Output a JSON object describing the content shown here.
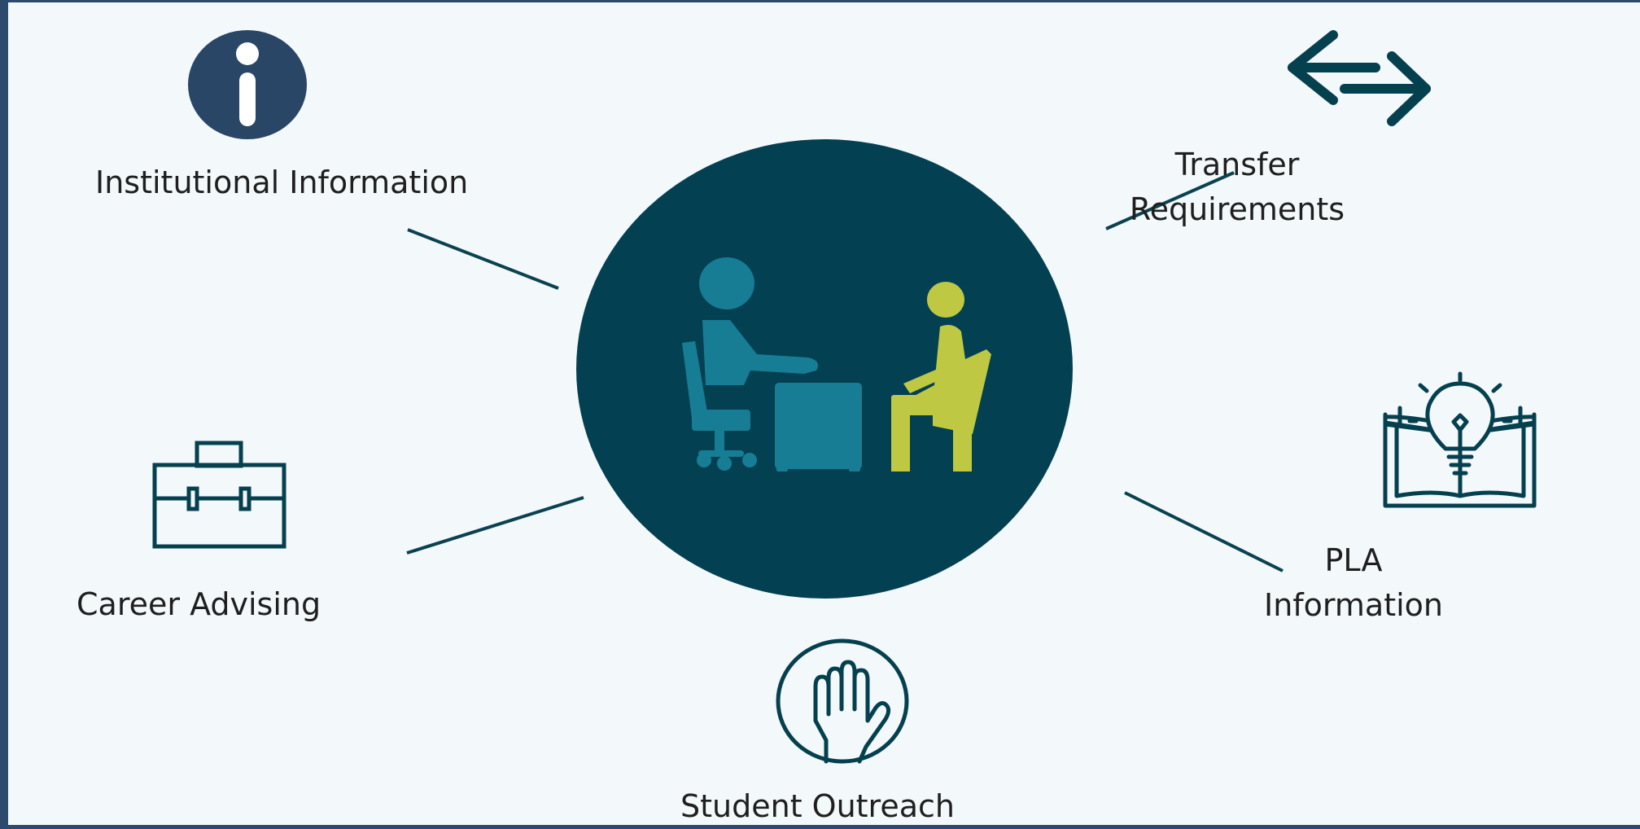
{
  "colors": {
    "frame": "#2c4a6b",
    "background": "#f3f8fb",
    "center_circle": "#034052",
    "advisor_figure": "#167d95",
    "student_figure": "#bec843",
    "info_icon_fill": "#294666",
    "icon_stroke": "#05404f",
    "connector": "#0b4250",
    "label_text": "#1f1f1f"
  },
  "center": {
    "icon": "advising-meeting-icon"
  },
  "nodes": [
    {
      "id": "institutional-information",
      "label": "Institutional Information",
      "icon": "info-icon"
    },
    {
      "id": "transfer-requirements",
      "label": "Transfer\nRequirements",
      "icon": "transfer-arrows-icon"
    },
    {
      "id": "career-advising",
      "label": "Career Advising",
      "icon": "briefcase-icon"
    },
    {
      "id": "pla-information",
      "label": "PLA\nInformation",
      "icon": "lightbulb-book-icon"
    },
    {
      "id": "student-outreach",
      "label": "Student Outreach",
      "icon": "raised-hand-icon"
    }
  ]
}
